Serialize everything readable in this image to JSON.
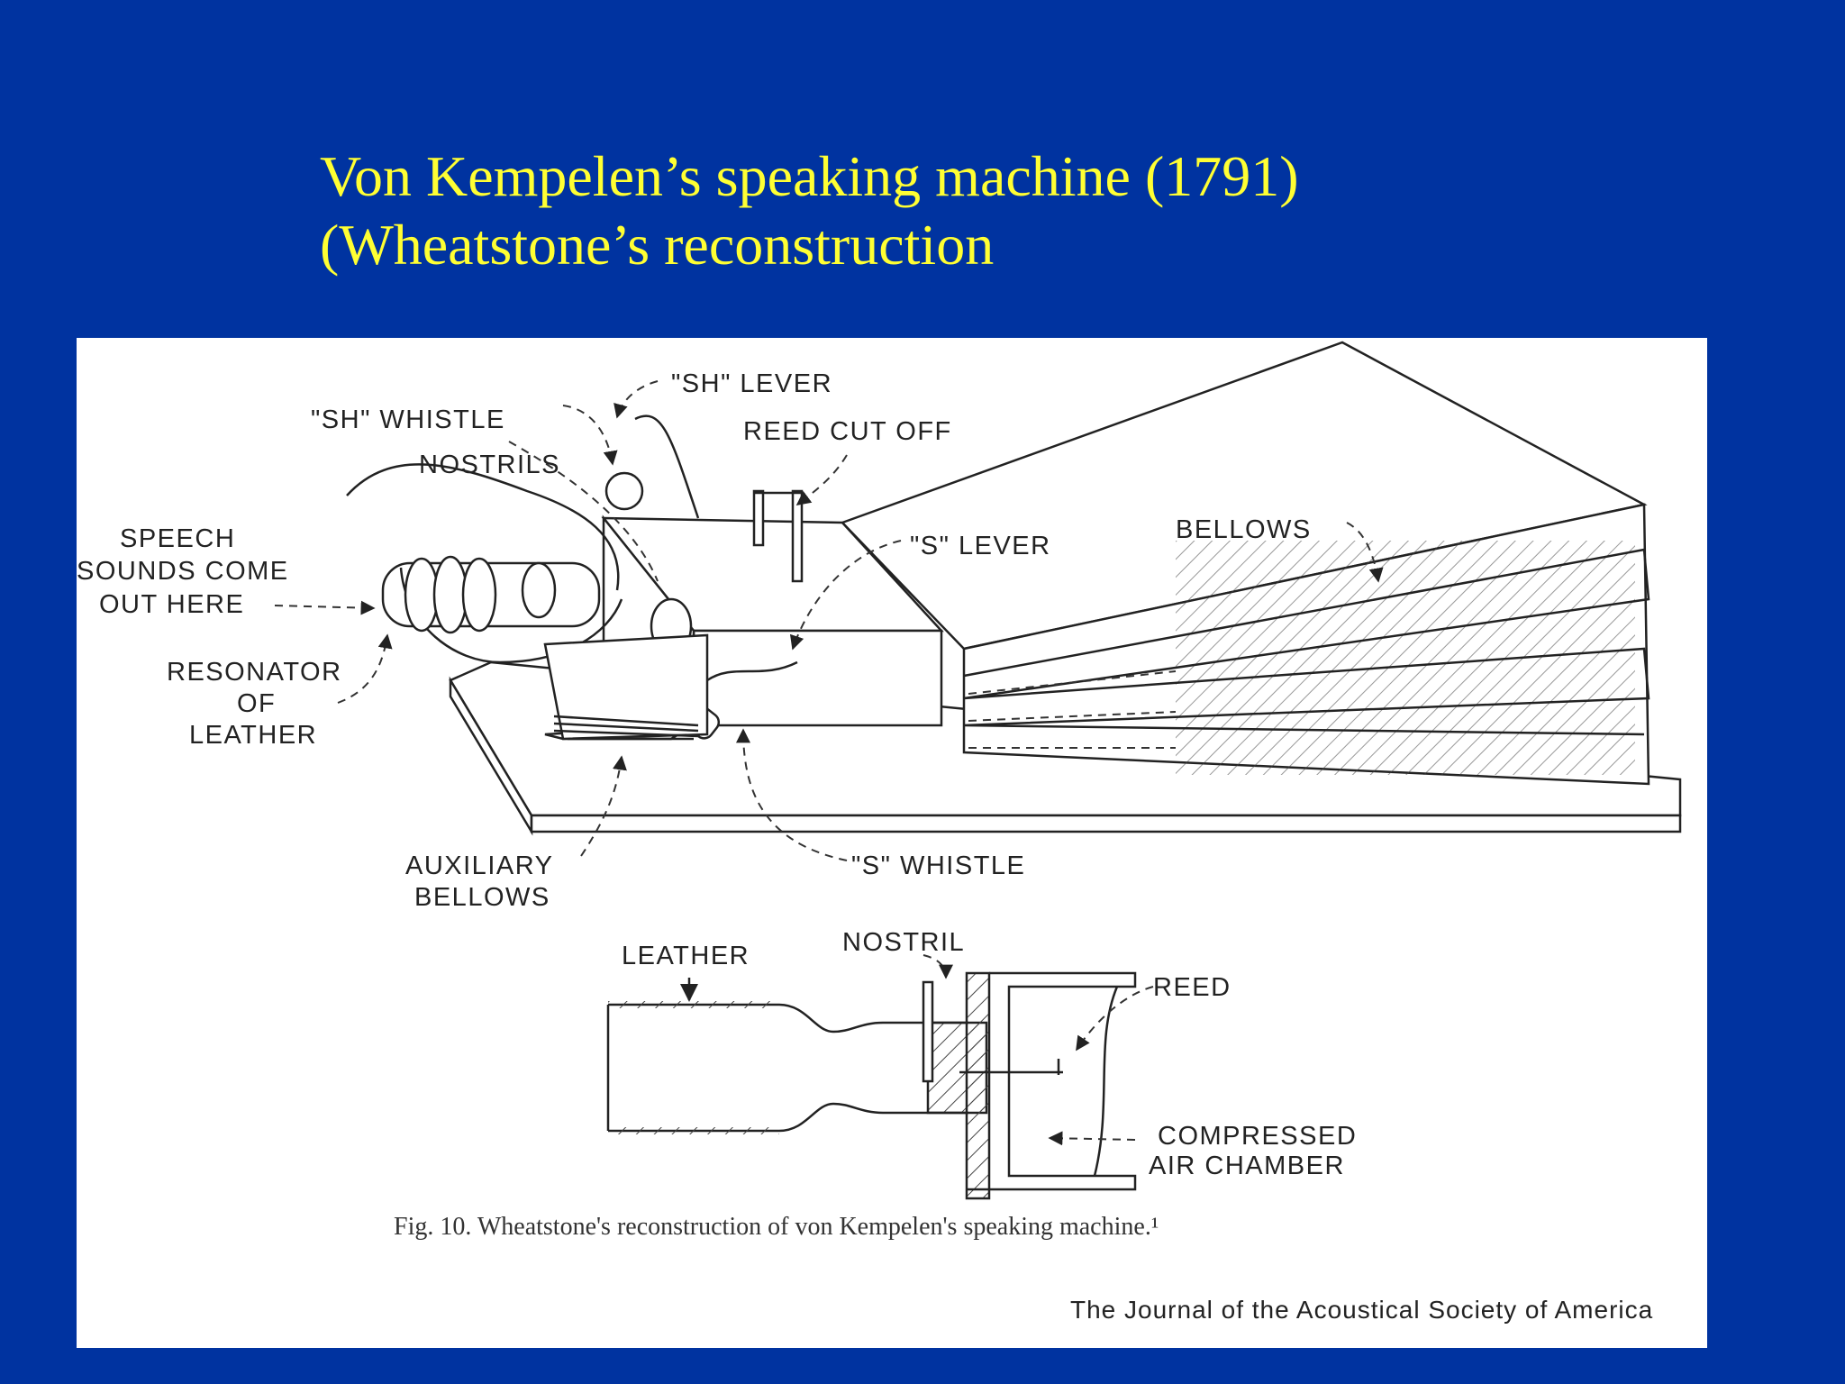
{
  "slide": {
    "title_line1": "Von Kempelen’s speaking machine (1791)",
    "title_line2": "(Wheatstone’s reconstruction"
  },
  "figure": {
    "labels": {
      "sh_lever": "\"SH\" LEVER",
      "sh_whistle": "\"SH\" WHISTLE",
      "nostrils": "NOSTRILS",
      "reed_cut_off": "REED CUT OFF",
      "speech_1": "SPEECH",
      "speech_2": "SOUNDS COME",
      "speech_3": "OUT HERE",
      "s_lever": "\"S\" LEVER",
      "bellows": "BELLOWS",
      "resonator_1": "RESONATOR",
      "resonator_2": "OF",
      "resonator_3": "LEATHER",
      "auxiliary_1": "AUXILIARY",
      "auxiliary_2": "BELLOWS",
      "s_whistle": "\"S\" WHISTLE",
      "leather": "LEATHER",
      "nostril": "NOSTRIL",
      "reed": "REED",
      "compressed_1": "COMPRESSED",
      "compressed_2": "AIR CHAMBER"
    },
    "caption": "Fig. 10. Wheatstone's reconstruction of von Kempelen's speaking machine.¹",
    "journal": "The Journal of the Acoustical Society of America"
  },
  "colors": {
    "background": "#0033a0",
    "title": "#ffff33",
    "figure_bg": "#ffffff"
  }
}
